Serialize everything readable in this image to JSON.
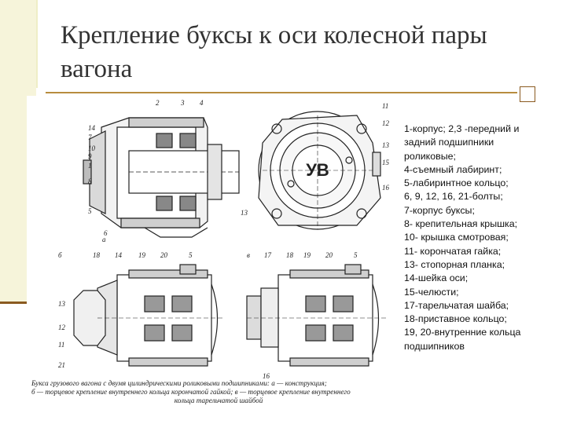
{
  "slide": {
    "title": "Крепление буксы к оси колесной пары вагона"
  },
  "legend": {
    "lines": [
      "1-корпус; 2,3 -передний и",
      "задний подшипники",
      "роликовые;",
      "4-съемный лабиринт;",
      "5-лабиринтное кольцо;",
      "6, 9, 12, 16, 21-болты;",
      "7-корпус буксы;",
      "8- крепительная крышка;",
      "10- крышка смотровая;",
      "11- корончатая гайка;",
      "13- стопорная планка;",
      "14-шейка оси;",
      "15-челюсти;",
      "17-тарельчатая шайба;",
      "18-приставное кольцо;",
      "19, 20-внутренние кольца",
      "подшипников"
    ]
  },
  "figure": {
    "caption_lines": [
      "Букса грузового вагона с двумя цилиндрическими роликовыми подшипниками: а — конструкция;",
      "б — торцевое крепление внутреннего кольца корончатой гайкой; в — торцевое крепление внутреннего",
      "кольца тарельчатой шайбой"
    ],
    "part_labels": {
      "top_left": [
        "14",
        "7",
        "10",
        "9",
        "1",
        "8",
        "5",
        "2",
        "3",
        "4",
        "6"
      ],
      "top_right": [
        "11",
        "12",
        "13",
        "15",
        "16",
        "13"
      ],
      "emblem": "УВ",
      "view_a": "а",
      "view_b": "б",
      "view_c": "в",
      "bottom_left": [
        "18",
        "14",
        "19",
        "20",
        "5",
        "13",
        "12",
        "11",
        "21"
      ],
      "bottom_right": [
        "17",
        "18",
        "19",
        "20",
        "5",
        "16"
      ]
    }
  }
}
